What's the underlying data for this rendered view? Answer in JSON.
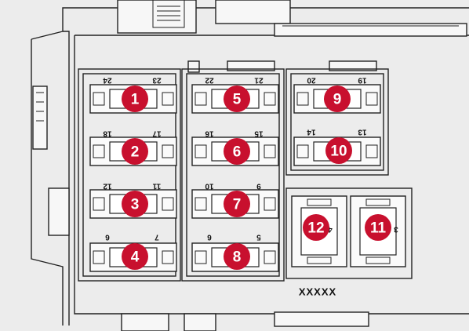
{
  "diagram": {
    "code_label": "XXXXX",
    "fuses": [
      "1",
      "2",
      "3",
      "4",
      "5",
      "6",
      "7",
      "8",
      "9",
      "10",
      "11",
      "12"
    ],
    "pin_numbers": [
      "24",
      "23",
      "18",
      "17",
      "12",
      "11",
      "6",
      "7",
      "22",
      "21",
      "16",
      "15",
      "10",
      "9",
      "6",
      "5",
      "20",
      "19",
      "14",
      "13",
      "4",
      "3"
    ],
    "colors": {
      "badge": "#c8102e",
      "line": "#222222",
      "background": "#ececec"
    }
  }
}
